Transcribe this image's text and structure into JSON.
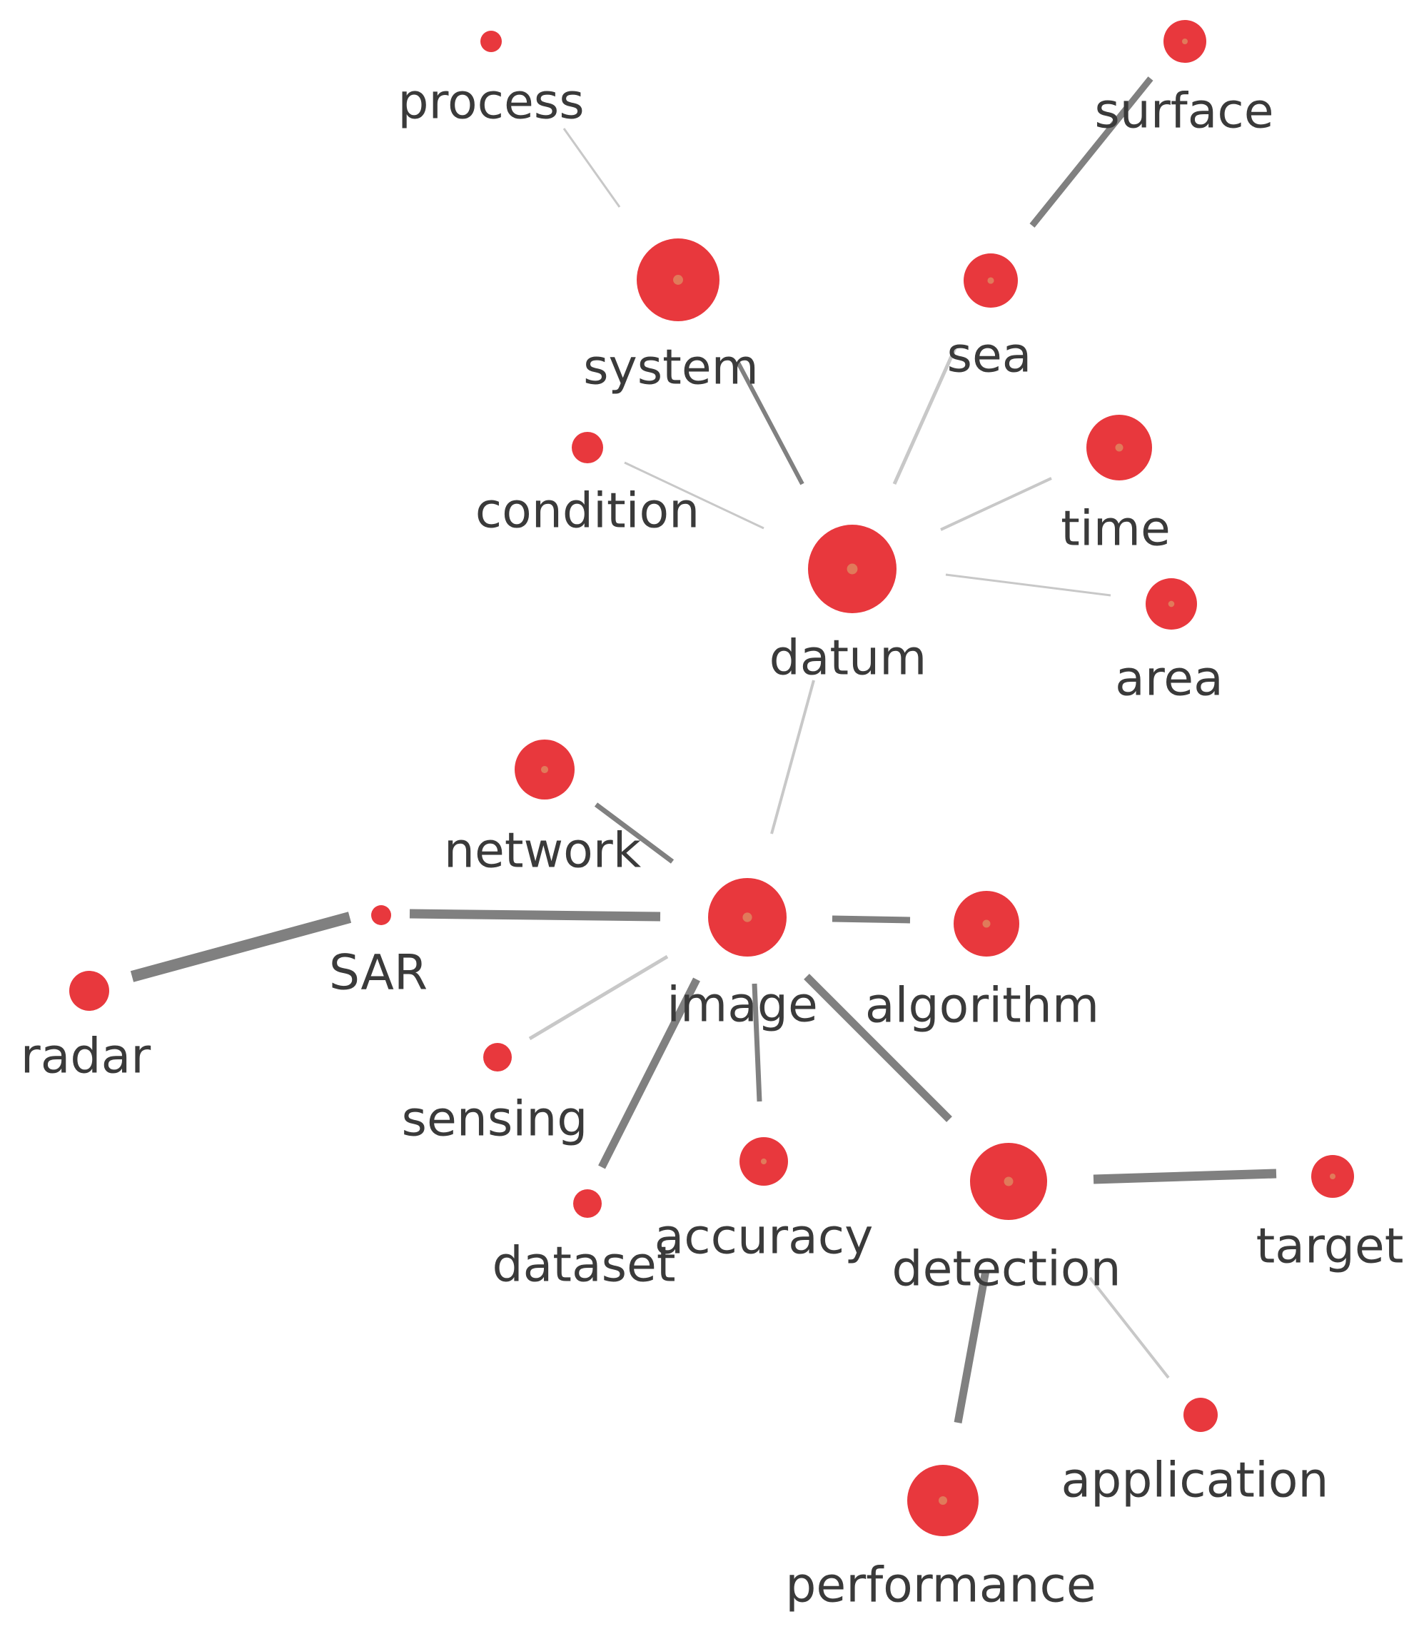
{
  "diagram": {
    "type": "keyword co-occurrence network",
    "colors": {
      "node_fill": "#e8383d",
      "node_center": "#e07a5a",
      "label": "#3a3a3a",
      "edge_strong": "#808080",
      "edge_weak": "#c8c8c8"
    },
    "nodes": [
      {
        "id": "process",
        "label": "process"
      },
      {
        "id": "surface",
        "label": "surface"
      },
      {
        "id": "system",
        "label": "system"
      },
      {
        "id": "sea",
        "label": "sea"
      },
      {
        "id": "condition",
        "label": "condition"
      },
      {
        "id": "time",
        "label": "time"
      },
      {
        "id": "datum",
        "label": "datum"
      },
      {
        "id": "area",
        "label": "area"
      },
      {
        "id": "network",
        "label": "network"
      },
      {
        "id": "image",
        "label": "image"
      },
      {
        "id": "SAR",
        "label": "SAR"
      },
      {
        "id": "algorithm",
        "label": "algorithm"
      },
      {
        "id": "radar",
        "label": "radar"
      },
      {
        "id": "sensing",
        "label": "sensing"
      },
      {
        "id": "dataset",
        "label": "dataset"
      },
      {
        "id": "accuracy",
        "label": "accuracy"
      },
      {
        "id": "detection",
        "label": "detection"
      },
      {
        "id": "target",
        "label": "target"
      },
      {
        "id": "application",
        "label": "application"
      },
      {
        "id": "performance",
        "label": "performance"
      }
    ],
    "edges": [
      {
        "from": "process",
        "to": "system"
      },
      {
        "from": "surface",
        "to": "sea"
      },
      {
        "from": "system",
        "to": "datum"
      },
      {
        "from": "sea",
        "to": "datum"
      },
      {
        "from": "condition",
        "to": "datum"
      },
      {
        "from": "time",
        "to": "datum"
      },
      {
        "from": "area",
        "to": "datum"
      },
      {
        "from": "datum",
        "to": "image"
      },
      {
        "from": "network",
        "to": "image"
      },
      {
        "from": "SAR",
        "to": "image"
      },
      {
        "from": "radar",
        "to": "SAR"
      },
      {
        "from": "algorithm",
        "to": "image"
      },
      {
        "from": "sensing",
        "to": "image"
      },
      {
        "from": "dataset",
        "to": "image"
      },
      {
        "from": "accuracy",
        "to": "image"
      },
      {
        "from": "detection",
        "to": "image"
      },
      {
        "from": "target",
        "to": "detection"
      },
      {
        "from": "application",
        "to": "detection"
      },
      {
        "from": "performance",
        "to": "detection"
      }
    ]
  }
}
